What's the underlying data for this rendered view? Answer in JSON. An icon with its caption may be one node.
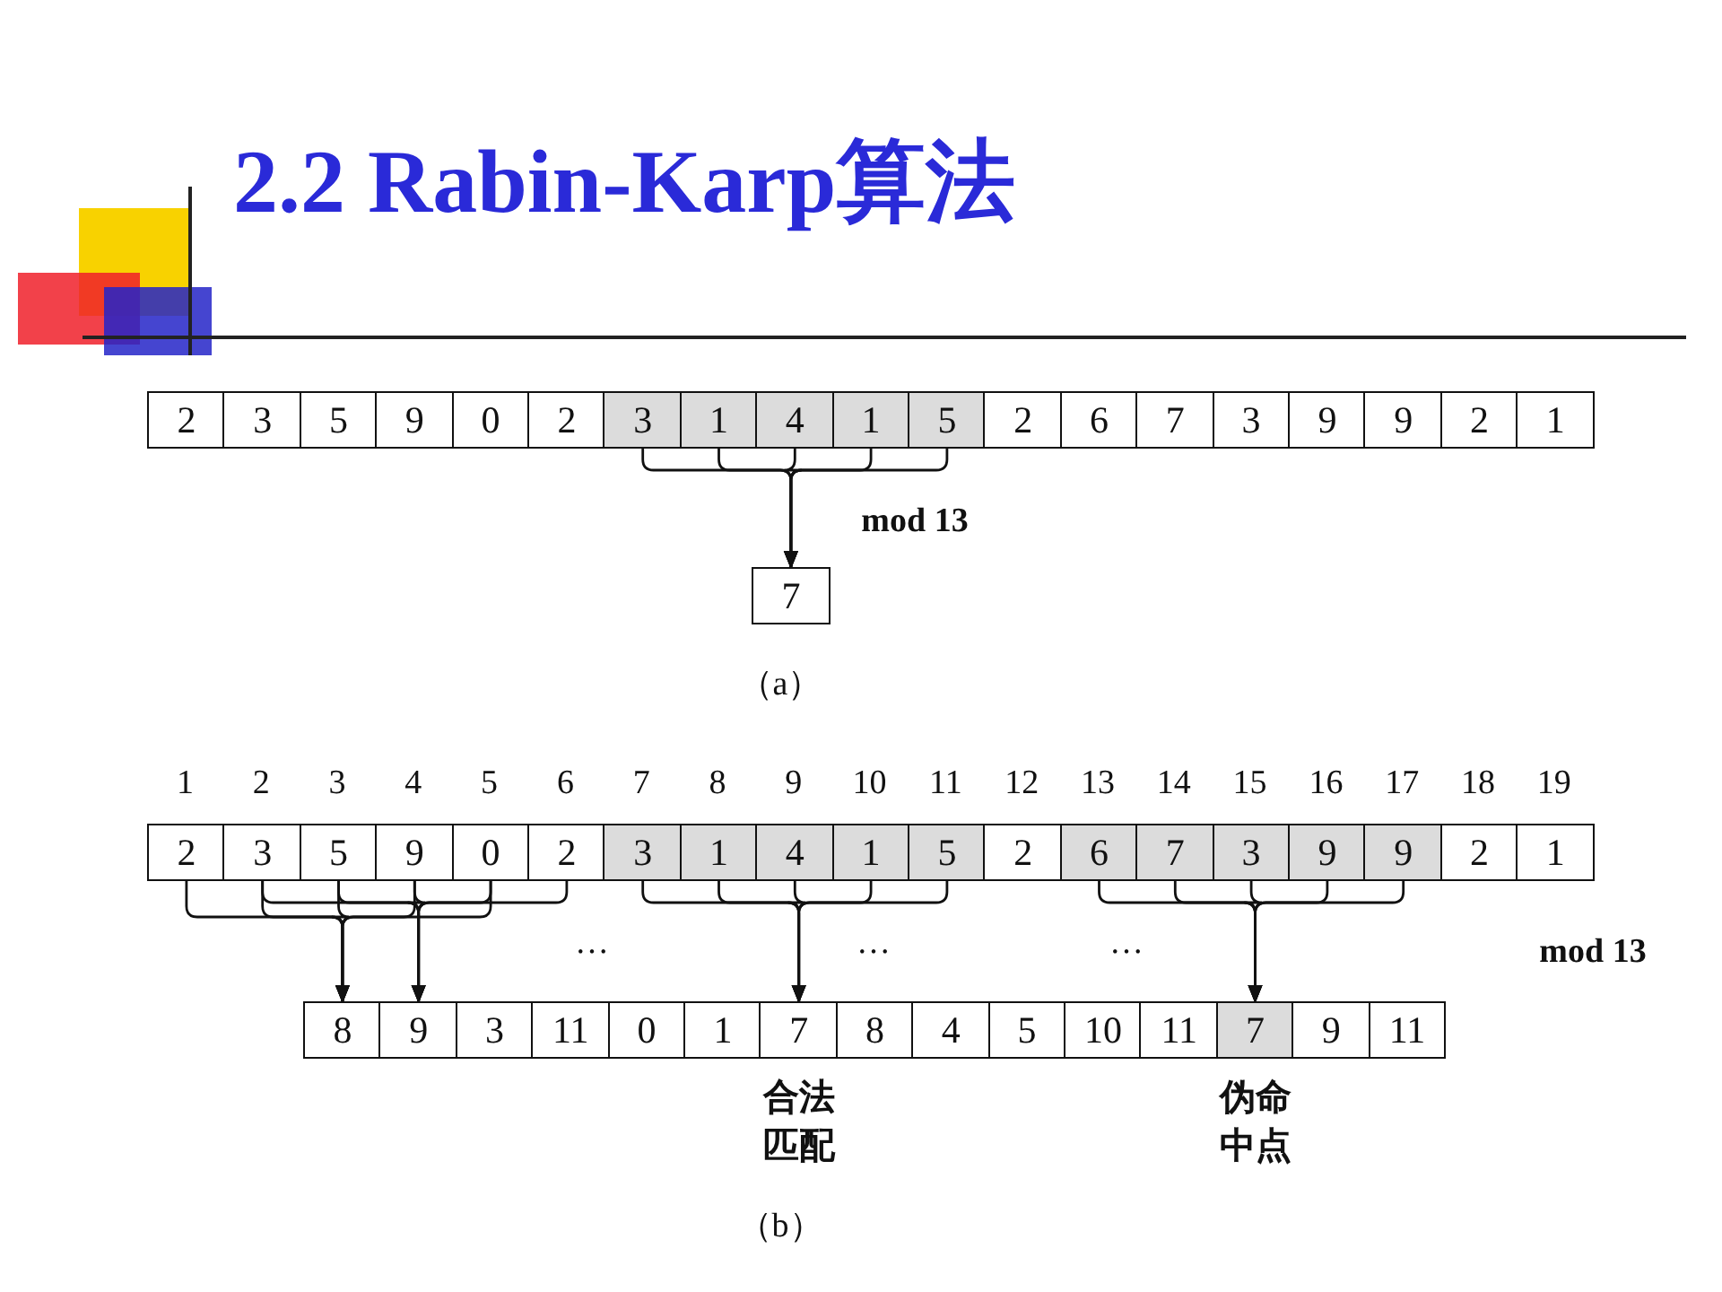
{
  "diagram": {
    "title": "2.2 Rabin-Karp算法",
    "nodes": [
      {
        "text": [
          "2"
        ]
      },
      {
        "text": [
          "3"
        ]
      },
      {
        "text": [
          "5"
        ]
      },
      {
        "text": [
          "9"
        ]
      },
      {
        "text": [
          "0"
        ]
      },
      {
        "text": [
          "2"
        ]
      },
      {
        "text": [
          "3"
        ]
      },
      {
        "text": [
          "1"
        ]
      },
      {
        "text": [
          "4"
        ]
      },
      {
        "text": [
          "1"
        ]
      },
      {
        "text": [
          "5"
        ]
      },
      {
        "text": [
          "2"
        ]
      },
      {
        "text": [
          "6"
        ]
      },
      {
        "text": [
          "7"
        ]
      },
      {
        "text": [
          "3"
        ]
      },
      {
        "text": [
          "9"
        ]
      },
      {
        "text": [
          "9"
        ]
      },
      {
        "text": [
          "2"
        ]
      },
      {
        "text": [
          "1"
        ]
      },
      {
        "text": [
          "7"
        ]
      },
      {
        "text": [
          "2"
        ]
      },
      {
        "text": [
          "3"
        ]
      },
      {
        "text": [
          "5"
        ]
      },
      {
        "text": [
          "9"
        ]
      },
      {
        "text": [
          "0"
        ]
      },
      {
        "text": [
          "2"
        ]
      },
      {
        "text": [
          "3"
        ]
      },
      {
        "text": [
          "1"
        ]
      },
      {
        "text": [
          "4"
        ]
      },
      {
        "text": [
          "1"
        ]
      },
      {
        "text": [
          "5"
        ]
      },
      {
        "text": [
          "2"
        ]
      },
      {
        "text": [
          "6"
        ]
      },
      {
        "text": [
          "7"
        ]
      },
      {
        "text": [
          "3"
        ]
      },
      {
        "text": [
          "9"
        ]
      },
      {
        "text": [
          "9"
        ]
      },
      {
        "text": [
          "2"
        ]
      },
      {
        "text": [
          "1"
        ]
      },
      {
        "text": [
          "8"
        ]
      },
      {
        "text": [
          "9"
        ]
      },
      {
        "text": [
          "3"
        ]
      },
      {
        "text": [
          "11"
        ]
      },
      {
        "text": [
          "0"
        ]
      },
      {
        "text": [
          "1"
        ]
      },
      {
        "text": [
          "7"
        ],
        "beside": [
          "合法匹配"
        ]
      },
      {
        "text": [
          "8"
        ]
      },
      {
        "text": [
          "4"
        ]
      },
      {
        "text": [
          "5"
        ]
      },
      {
        "text": [
          "10"
        ]
      },
      {
        "text": [
          "11"
        ]
      },
      {
        "text": [
          "7"
        ],
        "beside": [
          "伪命中点"
        ]
      },
      {
        "text": [
          "9"
        ]
      },
      {
        "text": [
          "11"
        ]
      }
    ],
    "edges": [
      {
        "from": 6,
        "to": 19,
        "arrow": "to"
      },
      {
        "from": 7,
        "to": 19,
        "arrow": "to"
      },
      {
        "from": 8,
        "to": 19,
        "arrow": "to"
      },
      {
        "from": 9,
        "to": 19,
        "arrow": "to"
      },
      {
        "from": 10,
        "to": 19,
        "arrow": "to"
      },
      {
        "from": 20,
        "to": 39,
        "arrow": "to"
      },
      {
        "from": 21,
        "to": 39,
        "arrow": "to"
      },
      {
        "from": 22,
        "to": 39,
        "arrow": "to"
      },
      {
        "from": 23,
        "to": 39,
        "arrow": "to"
      },
      {
        "from": 24,
        "to": 39,
        "arrow": "to"
      },
      {
        "from": 21,
        "to": 40,
        "arrow": "to"
      },
      {
        "from": 22,
        "to": 40,
        "arrow": "to"
      },
      {
        "from": 23,
        "to": 40,
        "arrow": "to"
      },
      {
        "from": 24,
        "to": 40,
        "arrow": "to"
      },
      {
        "from": 25,
        "to": 40,
        "arrow": "to"
      },
      {
        "from": 26,
        "to": 45,
        "arrow": "to"
      },
      {
        "from": 27,
        "to": 45,
        "arrow": "to"
      },
      {
        "from": 28,
        "to": 45,
        "arrow": "to"
      },
      {
        "from": 29,
        "to": 45,
        "arrow": "to"
      },
      {
        "from": 30,
        "to": 45,
        "arrow": "to"
      },
      {
        "from": 32,
        "to": 51,
        "arrow": "to"
      },
      {
        "from": 33,
        "to": 51,
        "arrow": "to"
      },
      {
        "from": 34,
        "to": 51,
        "arrow": "to"
      },
      {
        "from": 35,
        "to": 51,
        "arrow": "to"
      },
      {
        "from": 36,
        "to": 51,
        "arrow": "to"
      }
    ],
    "labels": [
      "mod 13",
      "（a）",
      "1",
      "2",
      "3",
      "4",
      "5",
      "6",
      "7",
      "8",
      "9",
      "10",
      "11",
      "12",
      "13",
      "14",
      "15",
      "16",
      "17",
      "18",
      "19",
      "…",
      "…",
      "…",
      "mod 13",
      "（b）"
    ]
  }
}
